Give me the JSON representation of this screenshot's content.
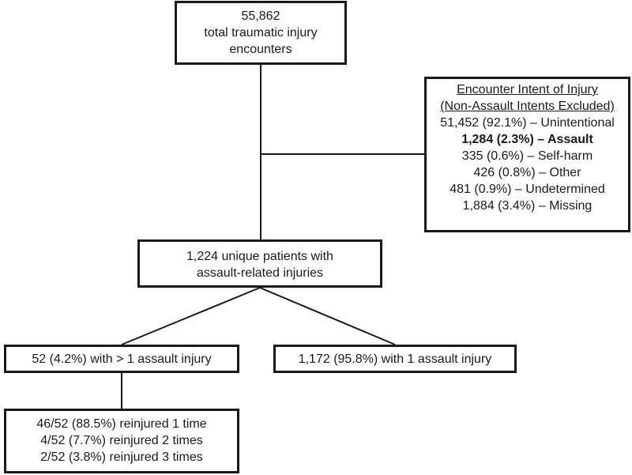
{
  "total_box": {
    "count": "55,862",
    "line2": "total traumatic injury",
    "line3": "encounters"
  },
  "intent_box": {
    "heading1": "Encounter Intent of Injury",
    "heading2": "(Non-Assault Intents Excluded)",
    "rows": [
      "51,452 (92.1%) – Unintentional",
      "1,284 (2.3%) – Assault",
      "335 (0.6%) – Self-harm",
      "426 (0.8%) – Other",
      "481 (0.9%) – Undetermined",
      "1,884 (3.4%) – Missing"
    ]
  },
  "unique_box": {
    "line1": "1,224 unique patients with",
    "line2": "assault-related injuries"
  },
  "multi_box": {
    "text": "52 (4.2%) with > 1 assault injury"
  },
  "single_box": {
    "text": "1,172 (95.8%) with 1 assault injury"
  },
  "reinjured_box": {
    "rows": [
      "46/52 (88.5%) reinjured 1 time",
      "4/52 (7.7%) reinjured 2 times",
      "2/52 (3.8%) reinjured 3 times"
    ]
  },
  "colors": {
    "line": "#1a1a1a",
    "background": "#ffffff"
  }
}
